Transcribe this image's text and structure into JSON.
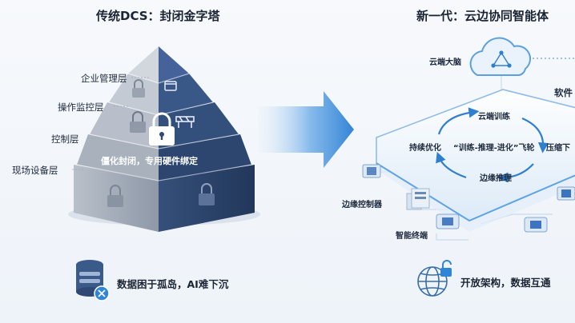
{
  "left": {
    "title": "传统DCS：封闭金字塔",
    "layers": [
      "企业管理层",
      "操作监控层",
      "控制层",
      "现场设备层"
    ],
    "lock_caption": "僵化封闭，专用硬件绑定",
    "bottom_caption": "数据困于孤岛，AI难下沉"
  },
  "right": {
    "title": "新一代：云边协同智能体",
    "cloud_label": "云端大脑",
    "software_label": "软件",
    "cycle": {
      "top": "云端训练",
      "left": "持续优化",
      "center": "“训练-推理-进化”飞轮",
      "right": "压缩下",
      "bottom": "边缘推理"
    },
    "edge_controller": "边缘控制器",
    "smart_terminal": "智能终端",
    "bottom_caption": "开放架构，数据互通"
  },
  "colors": {
    "pyramid_navy": "#2f4a74",
    "pyramid_gray": "#8d97a6",
    "arrow_blue": "#2f86d8",
    "cycle_blue": "#2f7fd0"
  }
}
